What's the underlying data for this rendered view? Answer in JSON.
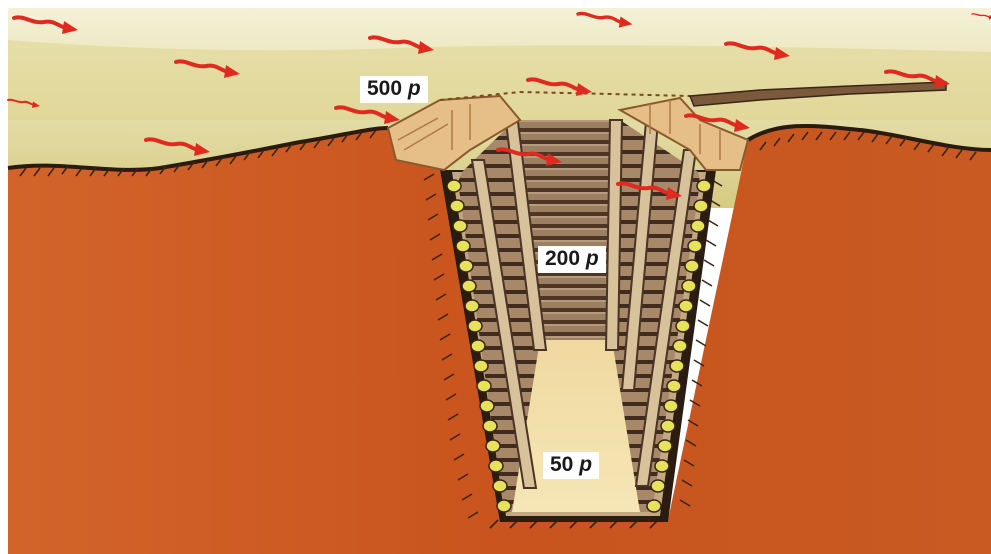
{
  "labels": {
    "surface": {
      "value": "500",
      "unit": "p"
    },
    "upper_trench": {
      "value": "200",
      "unit": "p"
    },
    "trench_bottom": {
      "value": "50",
      "unit": "p"
    }
  },
  "colors": {
    "sky": "#eeeac8",
    "grass_light": "#e4dc9c",
    "grass_dark": "#cbbd72",
    "soil": "#c9531c",
    "soil_light": "#d36a2c",
    "hatch": "#3a2418",
    "trench_floor": "#f2dfa4",
    "plank": "#9a7a58",
    "plank_dark": "#4a3424",
    "post": "#d9c6a0",
    "post_end": "#e8e35a",
    "parapet": "#e6c08a",
    "wind_arrow": "#e02a1f"
  },
  "icons": [
    "wind-arrow-icon",
    "log-end-icon"
  ]
}
